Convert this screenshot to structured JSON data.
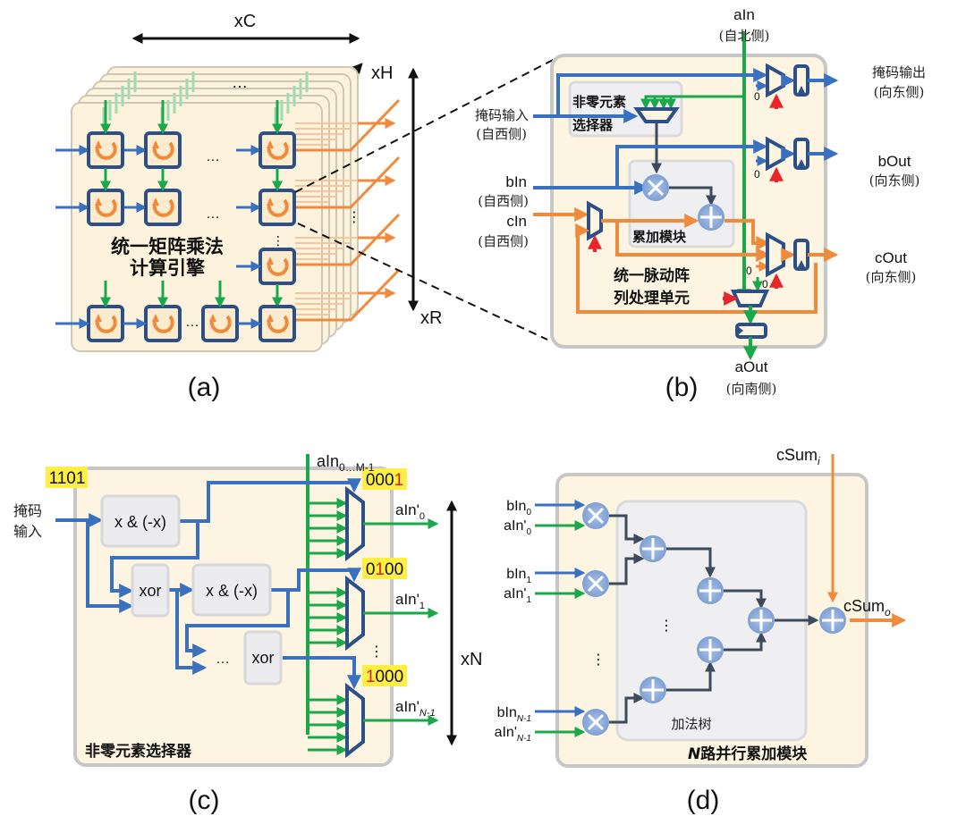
{
  "colors": {
    "blue_signal": "#3a70c0",
    "green_signal": "#1aa84a",
    "orange_signal": "#f08a3c",
    "dark_signal": "#3d4a5c",
    "control_signal": "#e8262a",
    "panel_fill": "#fdf5e2",
    "block_outline": "#2b4f86",
    "mask_highlight": "#ffee44"
  },
  "panel_a": {
    "caption": "(a)",
    "dim_columns": "xC",
    "dim_depth": "xH",
    "dim_rows": "xR",
    "title_line1": "统一矩阵乘法",
    "title_line2": "计算引擎",
    "ellipsis": "…",
    "vdots": "⋮"
  },
  "panel_b": {
    "caption": "(b)",
    "a_in": "aIn",
    "a_in_side": "(自北侧)",
    "mask_in": "掩码输入",
    "mask_in_side": "(自西侧)",
    "b_in": "bIn",
    "b_in_side": "(自西侧)",
    "c_in": "cIn",
    "c_in_side": "(自西侧)",
    "mask_out": "掩码输出",
    "mask_out_side": "(向东侧)",
    "b_out": "bOut",
    "b_out_side": "(向东侧)",
    "c_out": "cOut",
    "c_out_side": "(向东侧)",
    "a_out": "aOut",
    "a_out_side": "(向南侧)",
    "selector_line1": "非零元素",
    "selector_line2": "选择器",
    "accum_block": "累加模块",
    "pe_line1": "统一脉动阵",
    "pe_line2": "列处理单元",
    "zero": "0"
  },
  "panel_c": {
    "caption": "(c)",
    "title": "非零元素选择器",
    "mask_in_line1": "掩码",
    "mask_in_line2": "输入",
    "mask_value": "1101",
    "op_isolate": "x & (-x)",
    "op_xor": "xor",
    "ellipsis": "…",
    "vdots": "⋮",
    "a_in_bus": "aIn",
    "a_in_bus_sub": "0…M-1",
    "onehot": [
      {
        "prefix": "000",
        "hot": "1",
        "suffix": ""
      },
      {
        "prefix": "0",
        "hot": "1",
        "suffix": "00"
      },
      {
        "prefix": "",
        "hot": "1",
        "suffix": "000"
      }
    ],
    "outputs": [
      {
        "base": "aIn'",
        "sub": "0"
      },
      {
        "base": "aIn'",
        "sub": "1"
      },
      {
        "base": "aIn'",
        "sub": "N-1"
      }
    ],
    "dim": "xN"
  },
  "panel_d": {
    "caption": "(d)",
    "title_n": "N",
    "title_rest": "路并行累加模块",
    "adder_tree": "加法树",
    "csum_in": "cSum",
    "csum_in_sub": "i",
    "csum_out": "cSum",
    "csum_out_sub": "o",
    "vdots": "⋮",
    "inputs": [
      {
        "b": "bIn",
        "b_sub": "0",
        "a": "aIn'",
        "a_sub": "0"
      },
      {
        "b": "bIn",
        "b_sub": "1",
        "a": "aIn'",
        "a_sub": "1"
      },
      {
        "b": "bIn",
        "b_sub": "N-1",
        "a": "aIn'",
        "a_sub": "N-1"
      }
    ]
  }
}
